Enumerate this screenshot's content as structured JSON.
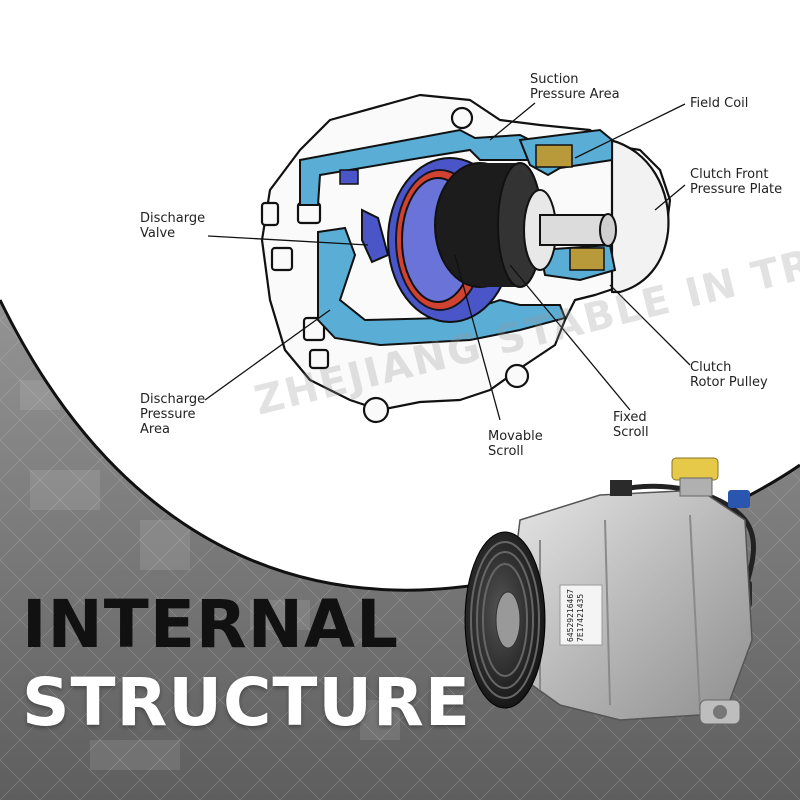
{
  "callouts": {
    "suction_pressure_area": "Suction\nPressure Area",
    "field_coil": "Field Coil",
    "clutch_front_pressure_plate": "Clutch Front\nPressure Plate",
    "discharge_valve": "Discharge\nValve",
    "discharge_pressure_area": "Discharge\nPressure\nArea",
    "movable_scroll": "Movable\nScroll",
    "fixed_scroll": "Fixed\nScroll",
    "clutch_rotor_pulley": "Clutch\nRotor Pulley"
  },
  "watermark": "ZHEJIANG STABLE IN TRADE",
  "headline": {
    "line1": "INTERNAL",
    "line2": "STRUCTURE"
  },
  "part_label": {
    "line1": "64529216467",
    "line2": "7E17421435"
  },
  "colors": {
    "housing_blue": "#5aaed6",
    "scroll_blue": "#4a56c8",
    "background_gray": "#8a8a8a",
    "accent_red": "#e04020",
    "wire_blue": "#2a56b0"
  }
}
